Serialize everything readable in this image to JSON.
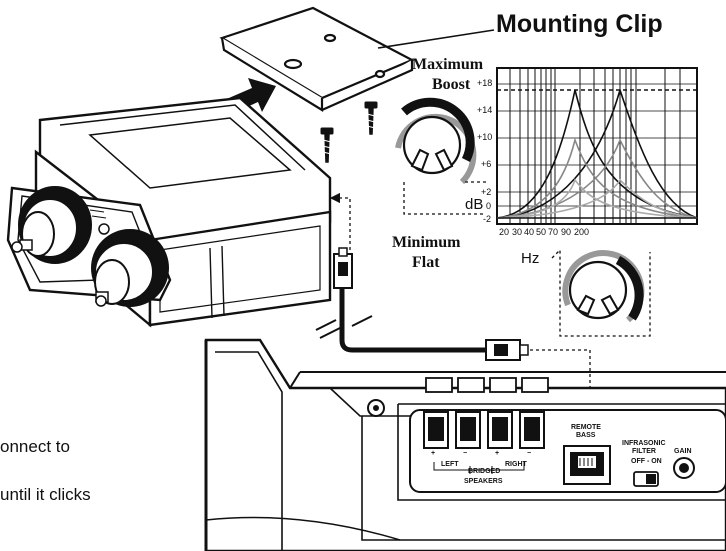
{
  "title": "Mounting Clip",
  "boost_knob": {
    "top_label_1": "Maximum",
    "top_label_2": "Boost",
    "bottom_label_1": "Minimum",
    "bottom_label_2": "Flat",
    "unit": "dB"
  },
  "freq_knob": {
    "unit": "Hz"
  },
  "graph": {
    "y_ticks": [
      "+18",
      "+14",
      "+10",
      "+6",
      "+2",
      "0",
      "-2"
    ],
    "x_ticks": [
      "20",
      "30",
      "40",
      "50",
      "70",
      "90",
      "200"
    ]
  },
  "amp": {
    "remote_bass_1": "REMOTE",
    "remote_bass_2": "BASS",
    "infrasonic_1": "INFRASONIC",
    "infrasonic_2": "FILTER",
    "infrasonic_3": "OFF - ON",
    "gain": "GAIN",
    "left": "LEFT",
    "right": "RIGHT",
    "bridged": "BRIDGED",
    "speakers": "SPEAKERS",
    "plus": "+",
    "minus": "−"
  },
  "instructions": {
    "line1": "onnect to",
    "line2": "until it clicks"
  }
}
